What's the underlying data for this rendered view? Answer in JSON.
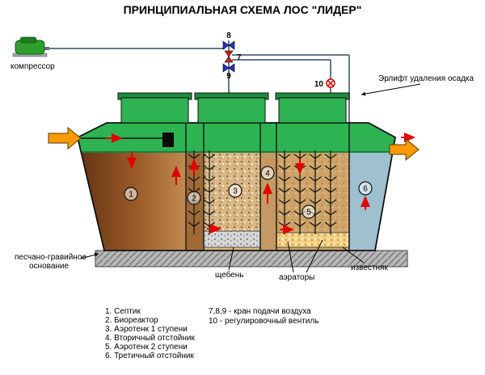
{
  "title": "ПРИНЦИПИАЛЬНАЯ СХЕМА ЛОС \"ЛИДЕР\"",
  "compressor": {
    "label": "компрессор"
  },
  "valves": {
    "v7": "7",
    "v8": "8",
    "v9": "9",
    "v10": "10"
  },
  "airlift_label": "Эрлифт удаления осадка",
  "section_numbers": [
    "1",
    "2",
    "3",
    "4",
    "5",
    "6"
  ],
  "ground_labels": {
    "base_line1": "песчано-гравийное",
    "base_line2": "основание",
    "gravel": "щебень",
    "aerators": "аэраторы",
    "limestone": "известняк"
  },
  "legend": {
    "items": [
      "1. Септик",
      "2. Биореактор",
      "3. Аэротенк 1 ступени",
      "4. Вторичный отстойник",
      "5. Аэротенк 2 ступени",
      "6. Третичный отстойник"
    ],
    "notes": [
      "7,8,9 - кран подачи воздуха",
      "10 - регулировочный вентиль"
    ]
  },
  "colors": {
    "hatch_green": "#2eb353",
    "lid_green": "#1d8c3c",
    "clarifier_blue": "#9fc0cf",
    "arrow_orange": "#ff9900",
    "flow_red": "#e00000",
    "valve_blue": "#2233cc",
    "valve_red": "#cc2222",
    "limestone_yellow": "#f0cc7a"
  }
}
